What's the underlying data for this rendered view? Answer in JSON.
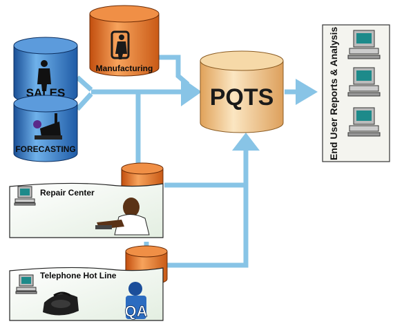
{
  "colors": {
    "arrow": "#88C4E6",
    "blue_cyl": "#2E78C8",
    "orange_cyl": "#EE7A22",
    "pqts_cyl": "#F3C98A",
    "panel": "#EEF5EC"
  },
  "nodes": {
    "sales": "SALES",
    "forecasting": "FORECASTING",
    "manufacturing": "Manufacturing",
    "pqts": "PQTS",
    "repair": "Repair Center",
    "hotline": "Telephone Hot Line",
    "end_user": "End User Reports & Analysis"
  },
  "icons": {
    "sales": "person-icon",
    "forecasting": "telescope-icon",
    "manufacturing": "worker-icon",
    "repair": "technician-icon",
    "hotline": "telephone-icon",
    "qa": "qa-badge-icon",
    "workstation": "computer-icon"
  },
  "qa_text": "QA"
}
